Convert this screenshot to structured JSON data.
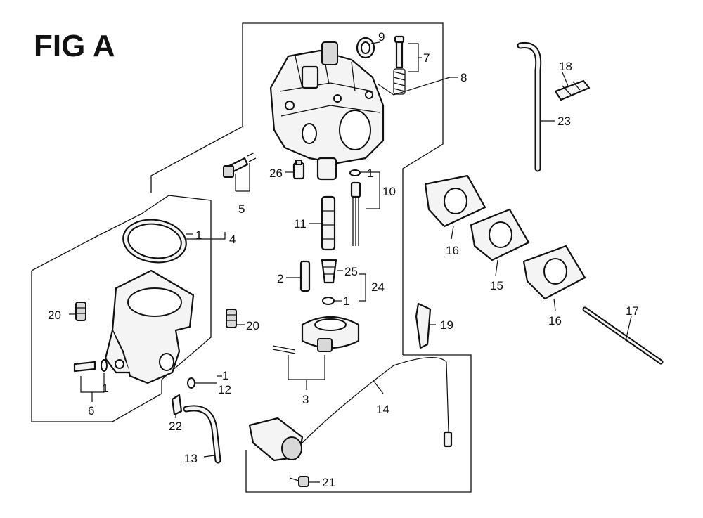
{
  "figure": {
    "title": "FIG A"
  },
  "callouts": [
    {
      "id": "c9",
      "text": "9"
    },
    {
      "id": "c7",
      "text": "7"
    },
    {
      "id": "c8",
      "text": "8"
    },
    {
      "id": "c18",
      "text": "18"
    },
    {
      "id": "c23",
      "text": "23"
    },
    {
      "id": "c26",
      "text": "26"
    },
    {
      "id": "c1a",
      "text": "1"
    },
    {
      "id": "c10",
      "text": "10"
    },
    {
      "id": "c5",
      "text": "5"
    },
    {
      "id": "c1b",
      "text": "1"
    },
    {
      "id": "c4",
      "text": "4"
    },
    {
      "id": "c11",
      "text": "11"
    },
    {
      "id": "c16a",
      "text": "16"
    },
    {
      "id": "c15",
      "text": "15"
    },
    {
      "id": "c16b",
      "text": "16"
    },
    {
      "id": "c2",
      "text": "2"
    },
    {
      "id": "c25",
      "text": "25"
    },
    {
      "id": "c24",
      "text": "24"
    },
    {
      "id": "c1c",
      "text": "1"
    },
    {
      "id": "c20a",
      "text": "20"
    },
    {
      "id": "c20b",
      "text": "20"
    },
    {
      "id": "c17",
      "text": "17"
    },
    {
      "id": "c19",
      "text": "19"
    },
    {
      "id": "c1d",
      "text": "1"
    },
    {
      "id": "c1e",
      "text": "1"
    },
    {
      "id": "c12",
      "text": "12"
    },
    {
      "id": "c6",
      "text": "6"
    },
    {
      "id": "c3",
      "text": "3"
    },
    {
      "id": "c14",
      "text": "14"
    },
    {
      "id": "c22",
      "text": "22"
    },
    {
      "id": "c13",
      "text": "13"
    },
    {
      "id": "c21",
      "text": "21"
    }
  ]
}
